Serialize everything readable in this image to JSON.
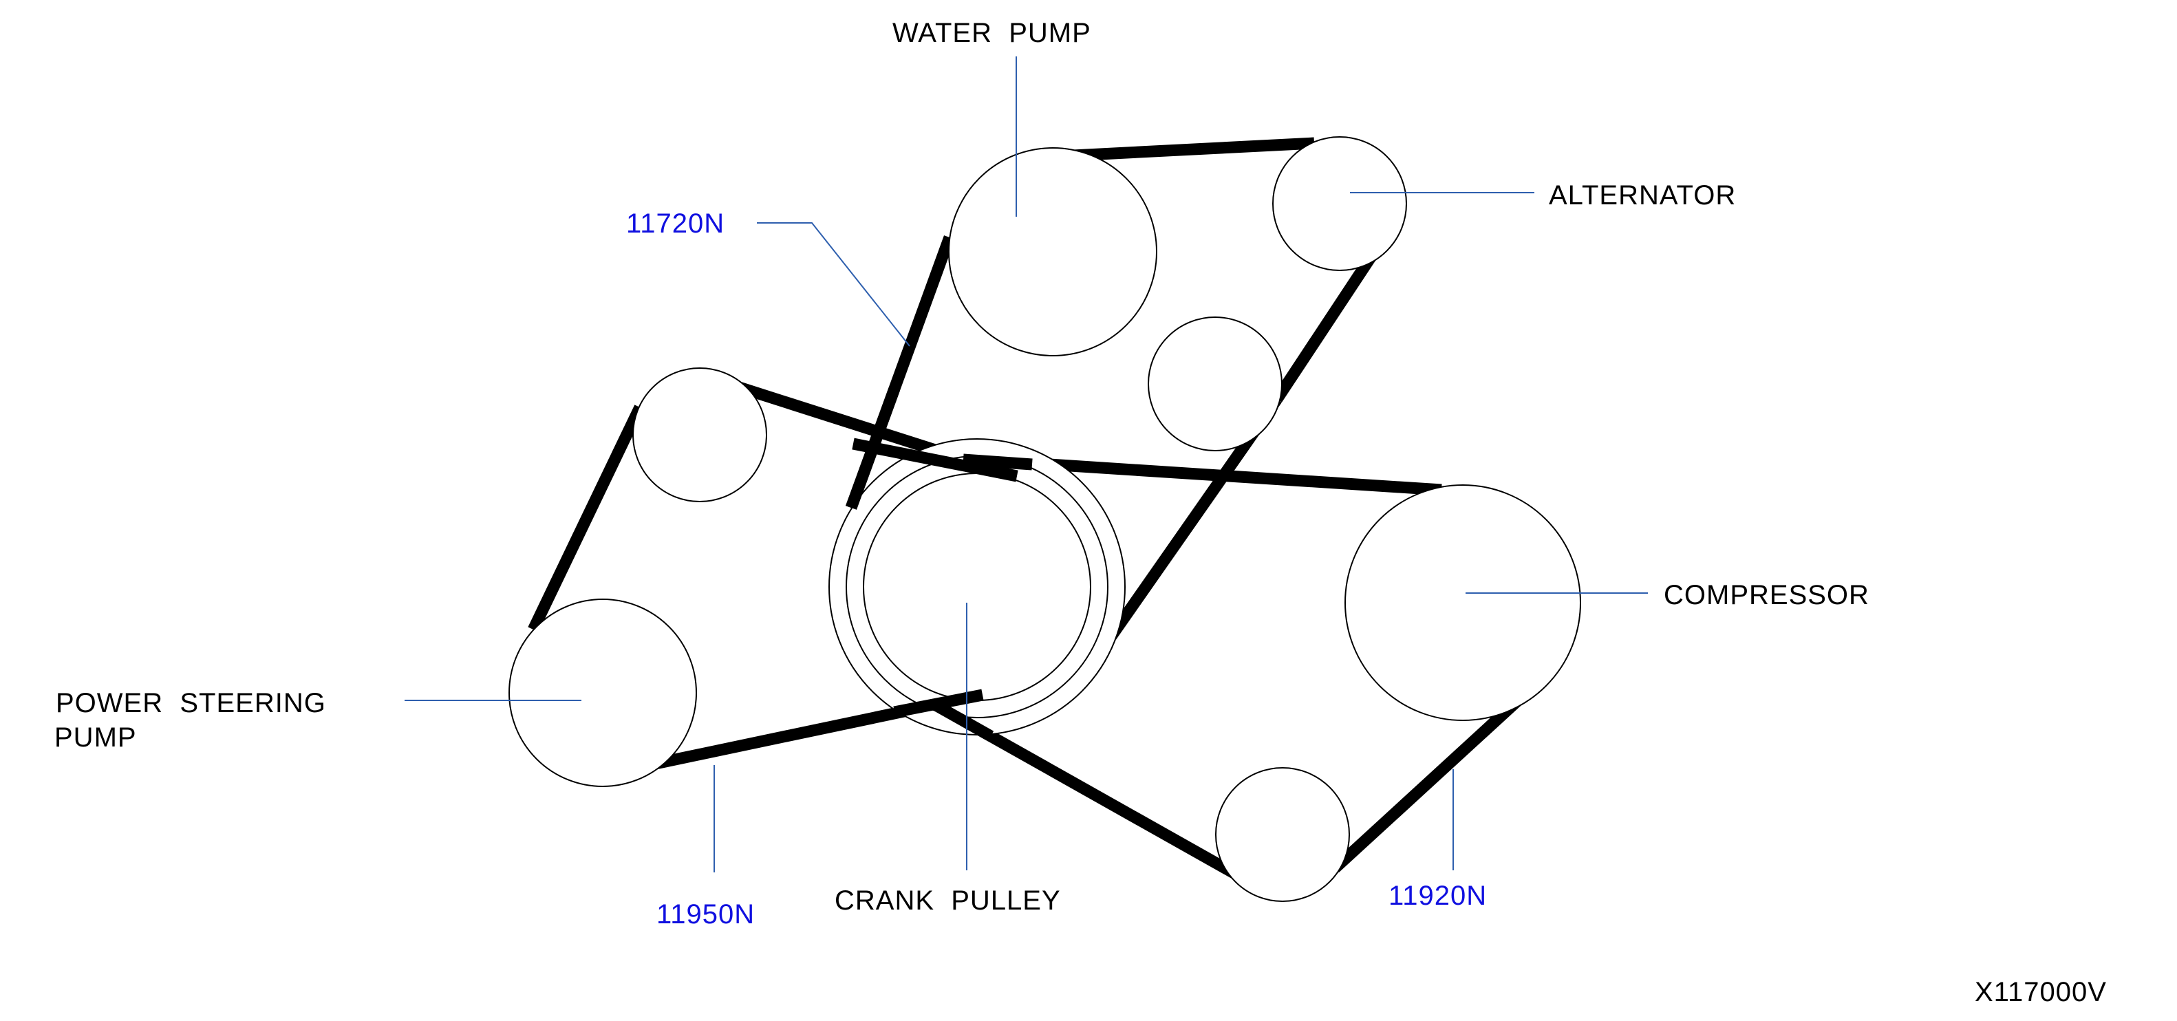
{
  "labels": {
    "water_pump": "WATER  PUMP",
    "alternator": "ALTERNATOR",
    "compressor": "COMPRESSOR",
    "power_steering_line1": "POWER  STEERING",
    "power_steering_line2": "PUMP",
    "crank_pulley": "CRANK  PULLEY",
    "figure_id": "X117000V"
  },
  "part_numbers": {
    "belt_upper": "11720N",
    "belt_power_steering": "11950N",
    "belt_compressor": "11920N"
  },
  "colors": {
    "part_number": "#1010e0",
    "leader_line": "#2e5fae",
    "belt": "#000000",
    "outline": "#000000"
  }
}
